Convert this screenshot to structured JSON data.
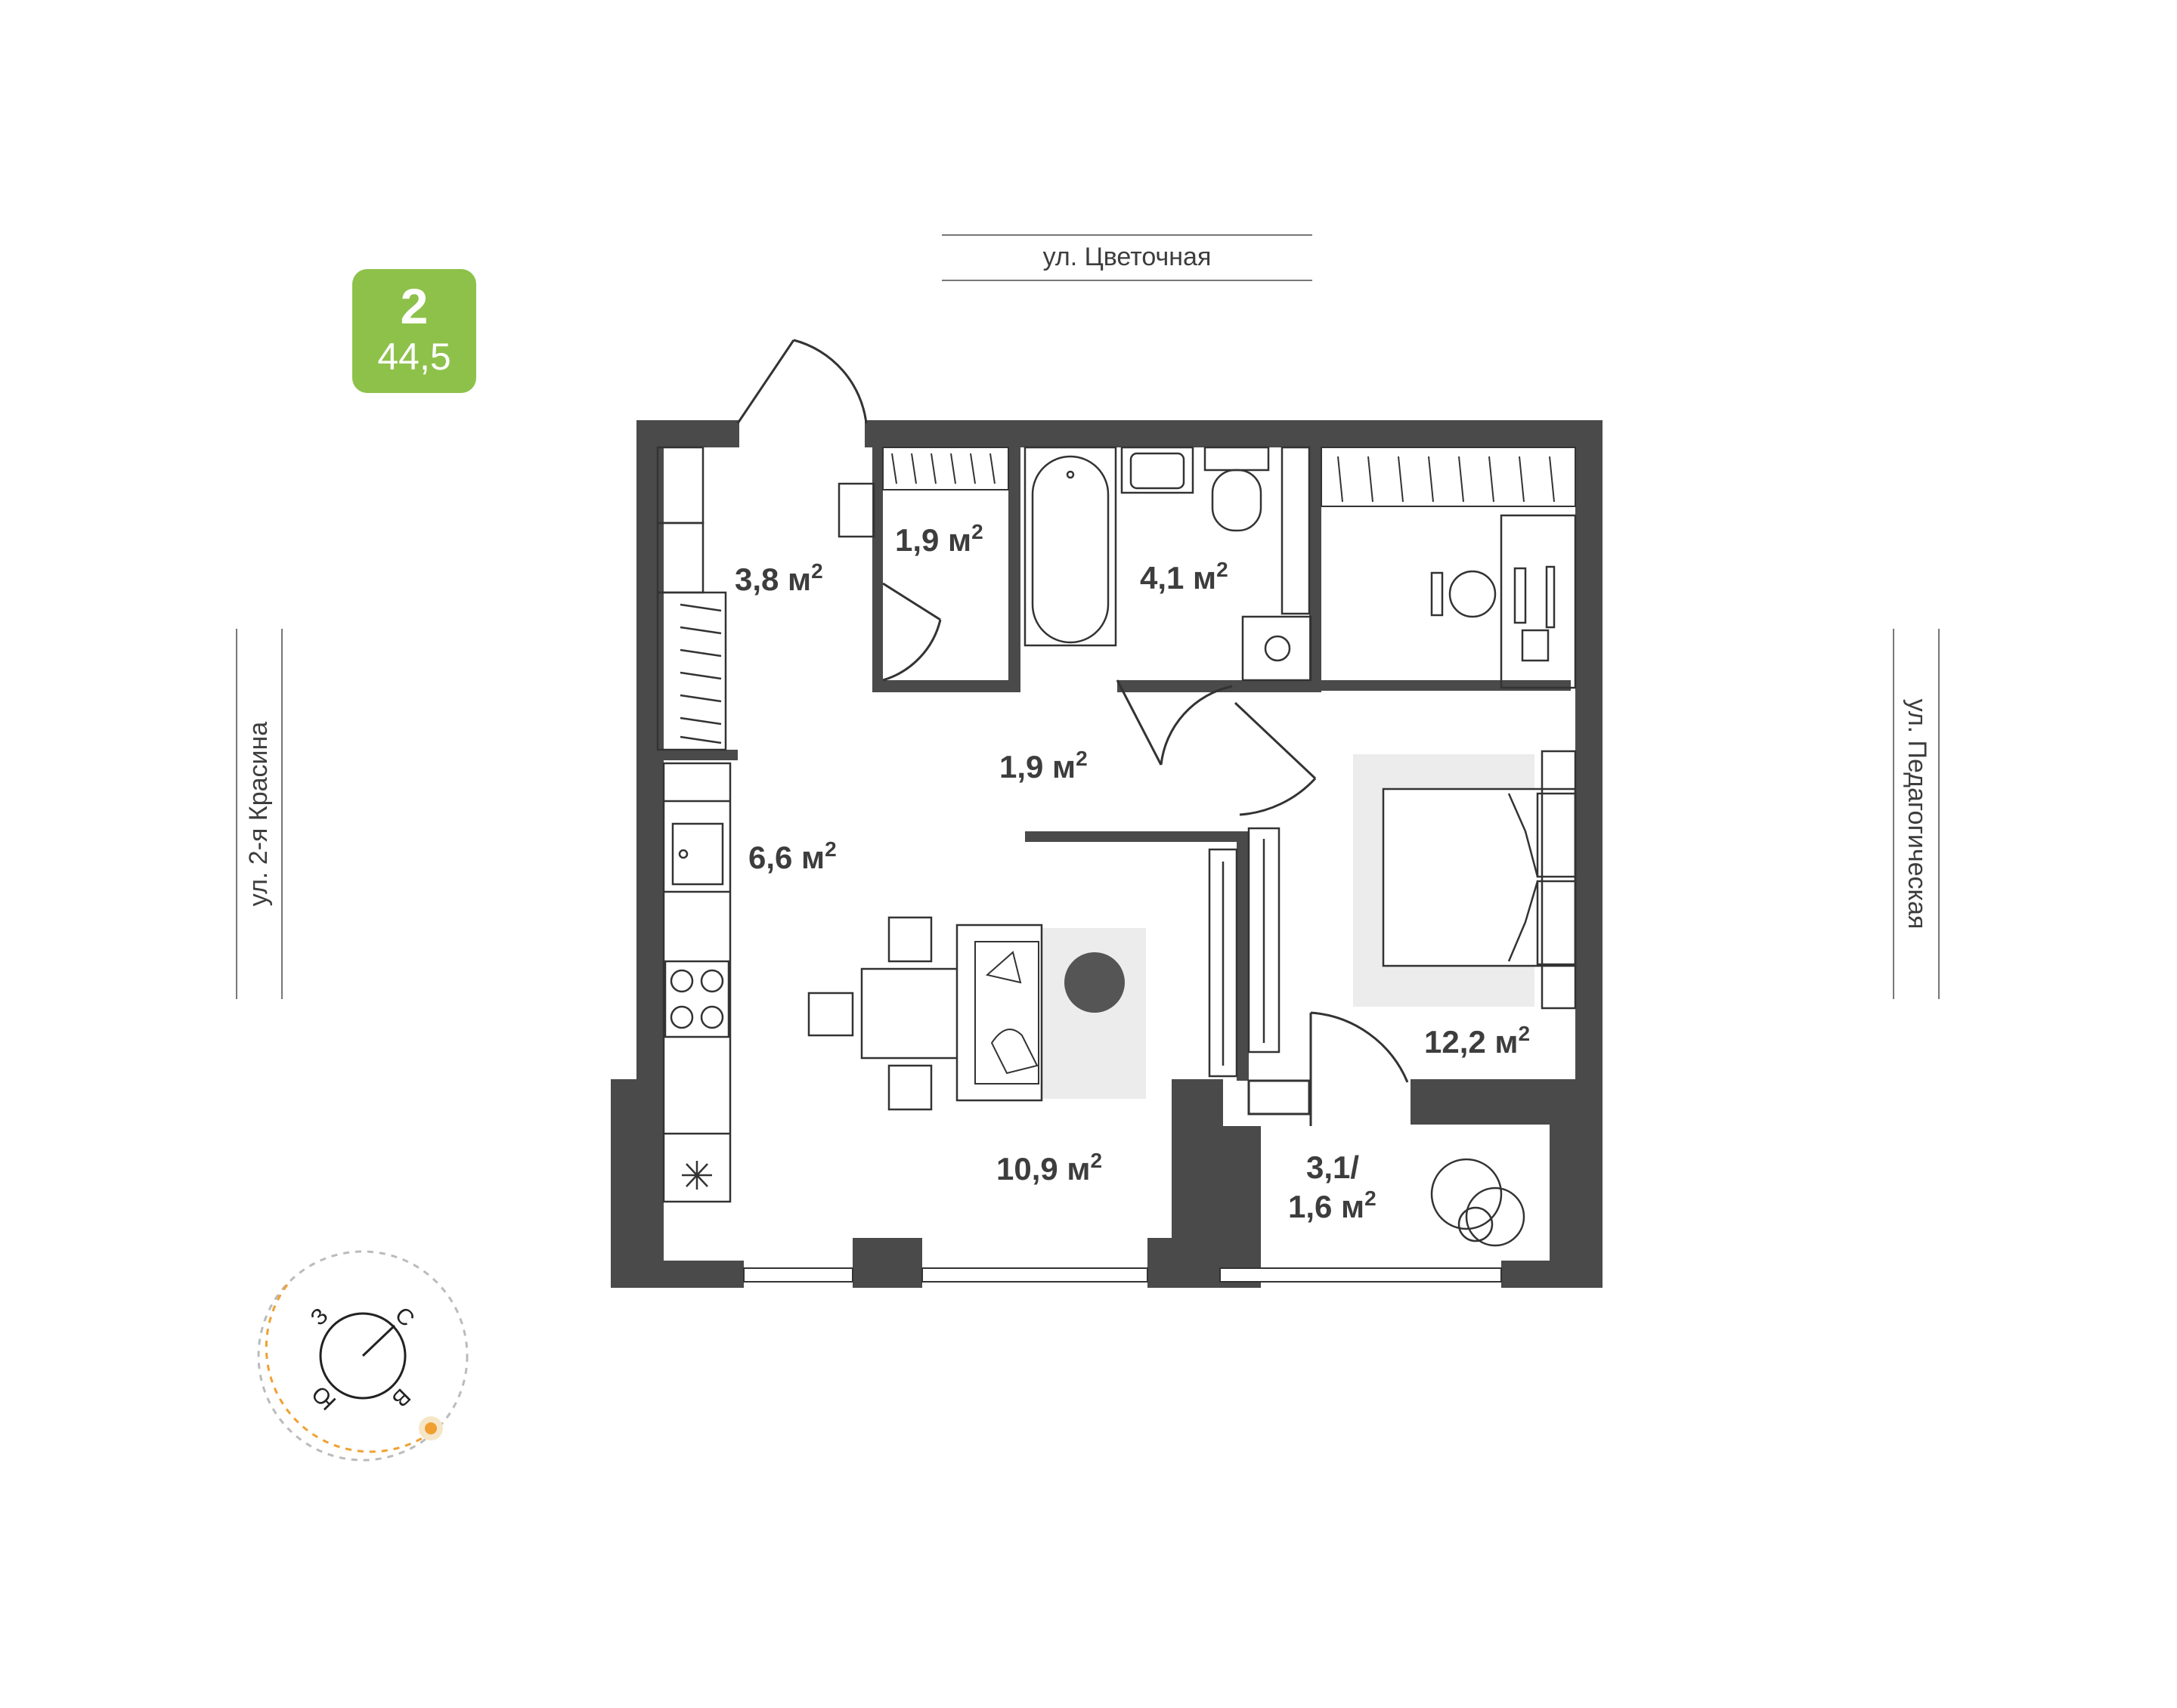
{
  "badge": {
    "rooms": "2",
    "total_area": "44,5",
    "color": "#8dc14a"
  },
  "streets": {
    "top": "ул. Цветочная",
    "left": "ул. 2-я Красина",
    "right": "ул. Педагогическая"
  },
  "rooms": [
    {
      "id": "hall",
      "area": "3,8 м",
      "unit_power": "2"
    },
    {
      "id": "wardrobe-small",
      "area": "1,9 м",
      "unit_power": "2"
    },
    {
      "id": "bathroom",
      "area": "4,1 м",
      "unit_power": "2"
    },
    {
      "id": "corridor",
      "area": "1,9 м",
      "unit_power": "2"
    },
    {
      "id": "kitchen",
      "area": "6,6 м",
      "unit_power": "2"
    },
    {
      "id": "living",
      "area": "10,9 м",
      "unit_power": "2"
    },
    {
      "id": "bedroom",
      "area": "12,2 м",
      "unit_power": "2"
    },
    {
      "id": "balcony",
      "area_line1": "3,1/",
      "area_line2": "1,6 м",
      "unit_power": "2"
    }
  ],
  "compass": {
    "north": "С",
    "east": "В",
    "south": "Ю",
    "west": "З",
    "arrow_color": "#f0a030"
  },
  "colors": {
    "wall": "#4a4a4a",
    "line": "#333333",
    "rug": "#ececec"
  }
}
